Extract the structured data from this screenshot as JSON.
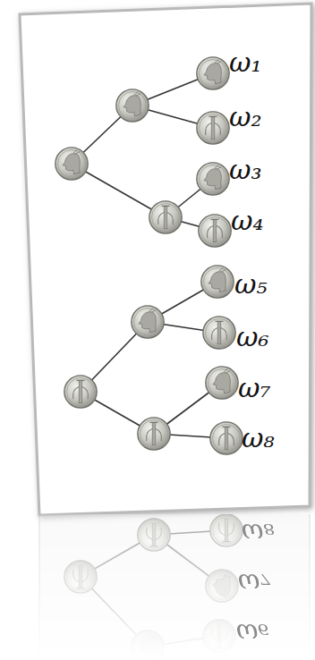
{
  "diagram": {
    "labels": [
      "ω₁",
      "ω₂",
      "ω₃",
      "ω₄",
      "ω₅",
      "ω₆",
      "ω₇",
      "ω₈",
      "ω₈",
      "ω₇",
      "ω₆"
    ]
  }
}
